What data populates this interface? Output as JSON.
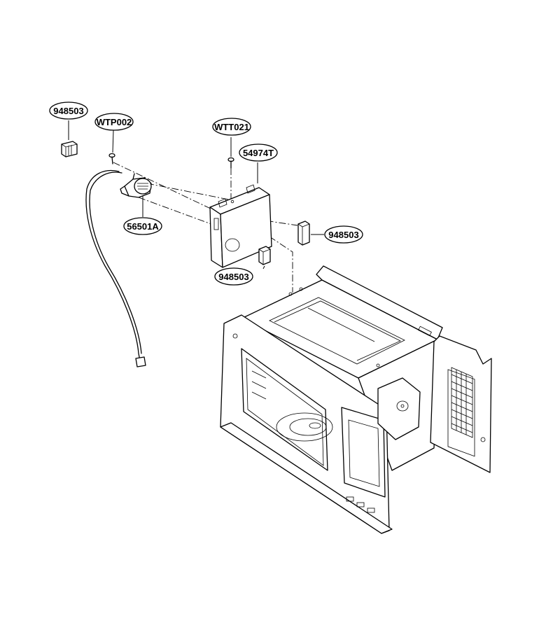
{
  "callouts": [
    {
      "id": "c1",
      "label": "948503"
    },
    {
      "id": "c2",
      "label": "WTP002"
    },
    {
      "id": "c3",
      "label": "WTT021"
    },
    {
      "id": "c4",
      "label": "54974T"
    },
    {
      "id": "c5",
      "label": "948503"
    },
    {
      "id": "c6",
      "label": "56501A"
    },
    {
      "id": "c7",
      "label": "948503"
    }
  ]
}
